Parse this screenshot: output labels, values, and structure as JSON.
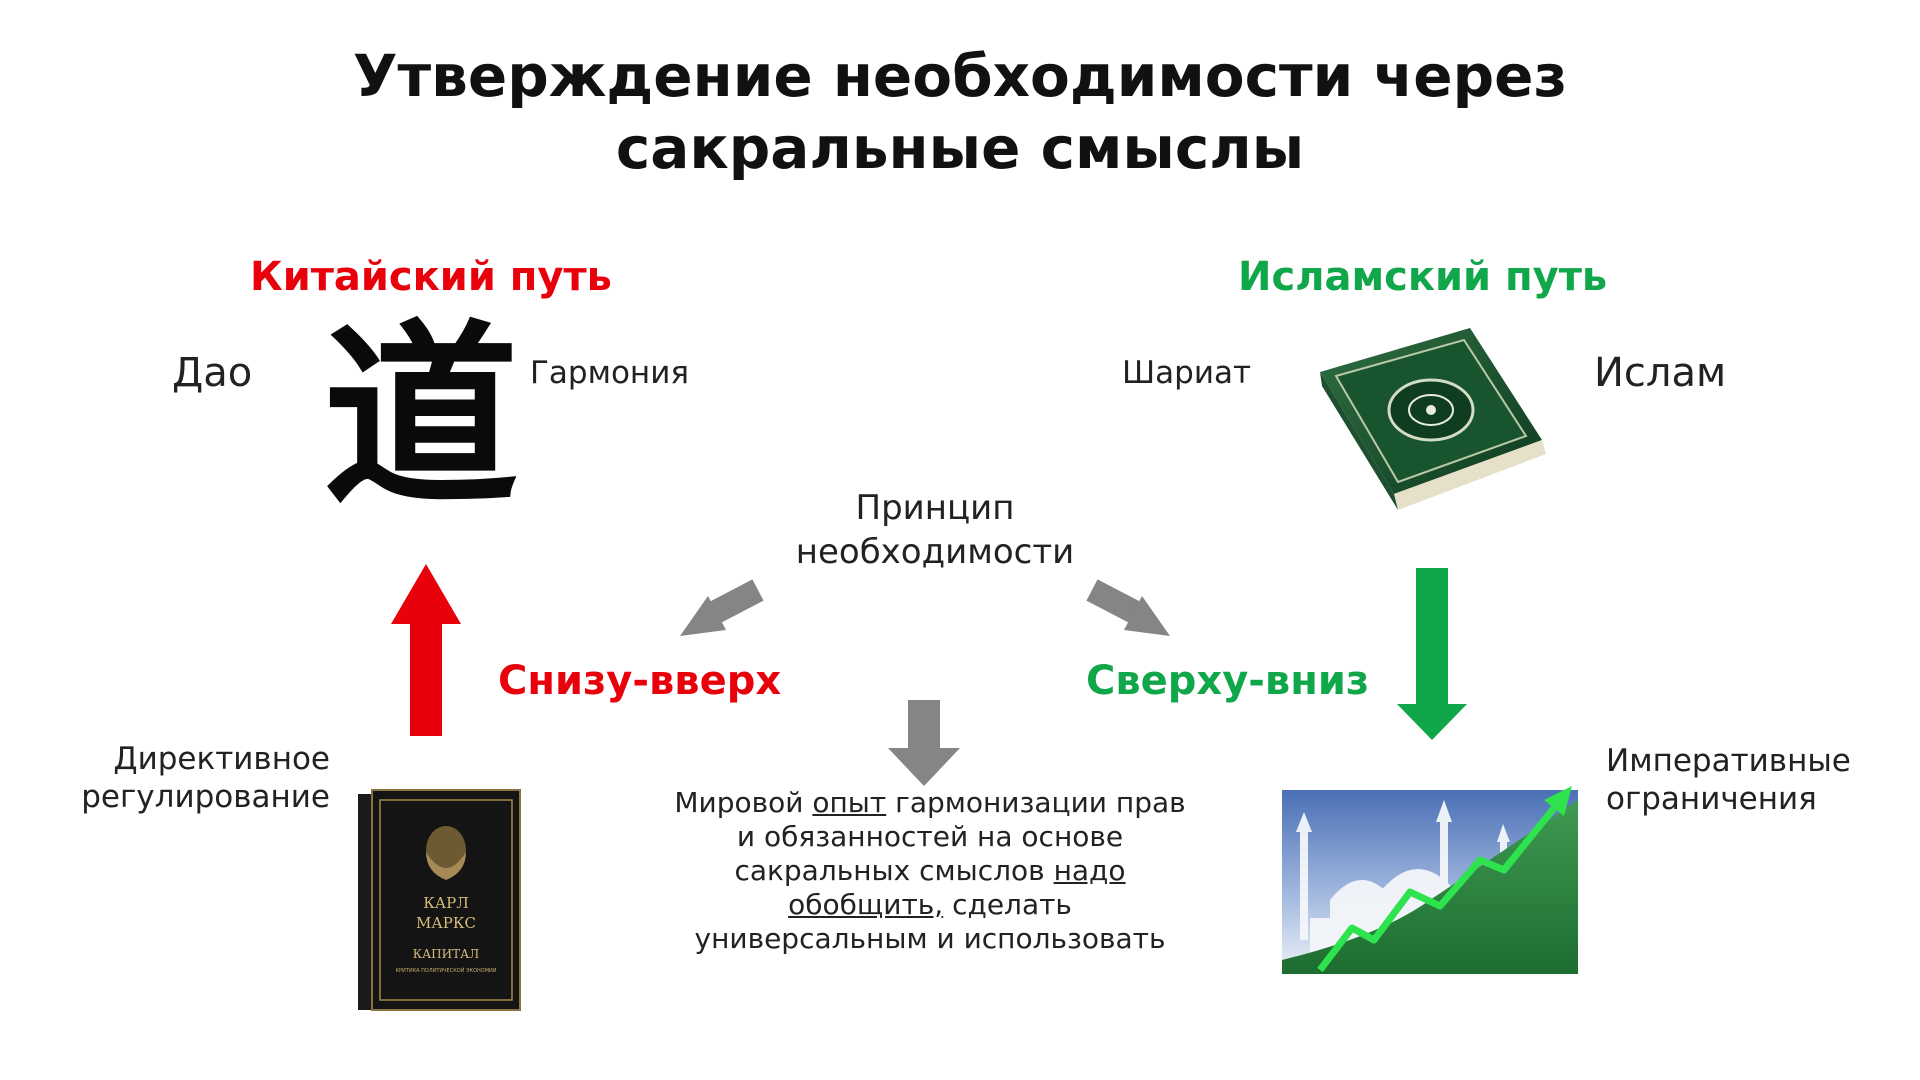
{
  "title": {
    "line1": "Утверждение необходимости через",
    "line2": "сакральные смыслы"
  },
  "china": {
    "heading": "Китайский путь",
    "left_label": "Дао",
    "right_label": "Гармония",
    "glyph": "道",
    "bottom_label_line1": "Директивное",
    "bottom_label_line2": "регулирование",
    "book_line1": "КАРЛ",
    "book_line2": "МАРКС",
    "book_title": "КАПИТАЛ",
    "book_subtitle": "КРИТИКА ПОЛИТИЧЕСКОЙ ЭКОНОМИИ",
    "color": "#e8000b"
  },
  "islam": {
    "heading": "Исламский путь",
    "left_label": "Шариат",
    "right_label": "Ислам",
    "bottom_label_line1": "Императивные",
    "bottom_label_line2": "ограничения",
    "color": "#10a64a"
  },
  "center": {
    "principle_line1": "Принцип",
    "principle_line2": "необходимости",
    "bottom_up": "Снизу-вверх",
    "top_down": "Сверху-вниз",
    "text": {
      "p1": "Мировой ",
      "u1": "опыт",
      "p2": " гармонизации прав",
      "line2": "и обязанностей на основе",
      "p3": "сакральных смыслов ",
      "u2": "надо",
      "u3": " обобщить,",
      "p4": " сделать",
      "line5": "универсальным и использовать"
    }
  },
  "icons": {
    "glyph": "dao-character-icon",
    "quran": "quran-book-icon",
    "capital": "capital-book-icon",
    "mosque": "mosque-growth-chart-icon"
  },
  "colors": {
    "gray_arrow": "#858585",
    "red": "#e8000b",
    "green": "#10a64a"
  }
}
